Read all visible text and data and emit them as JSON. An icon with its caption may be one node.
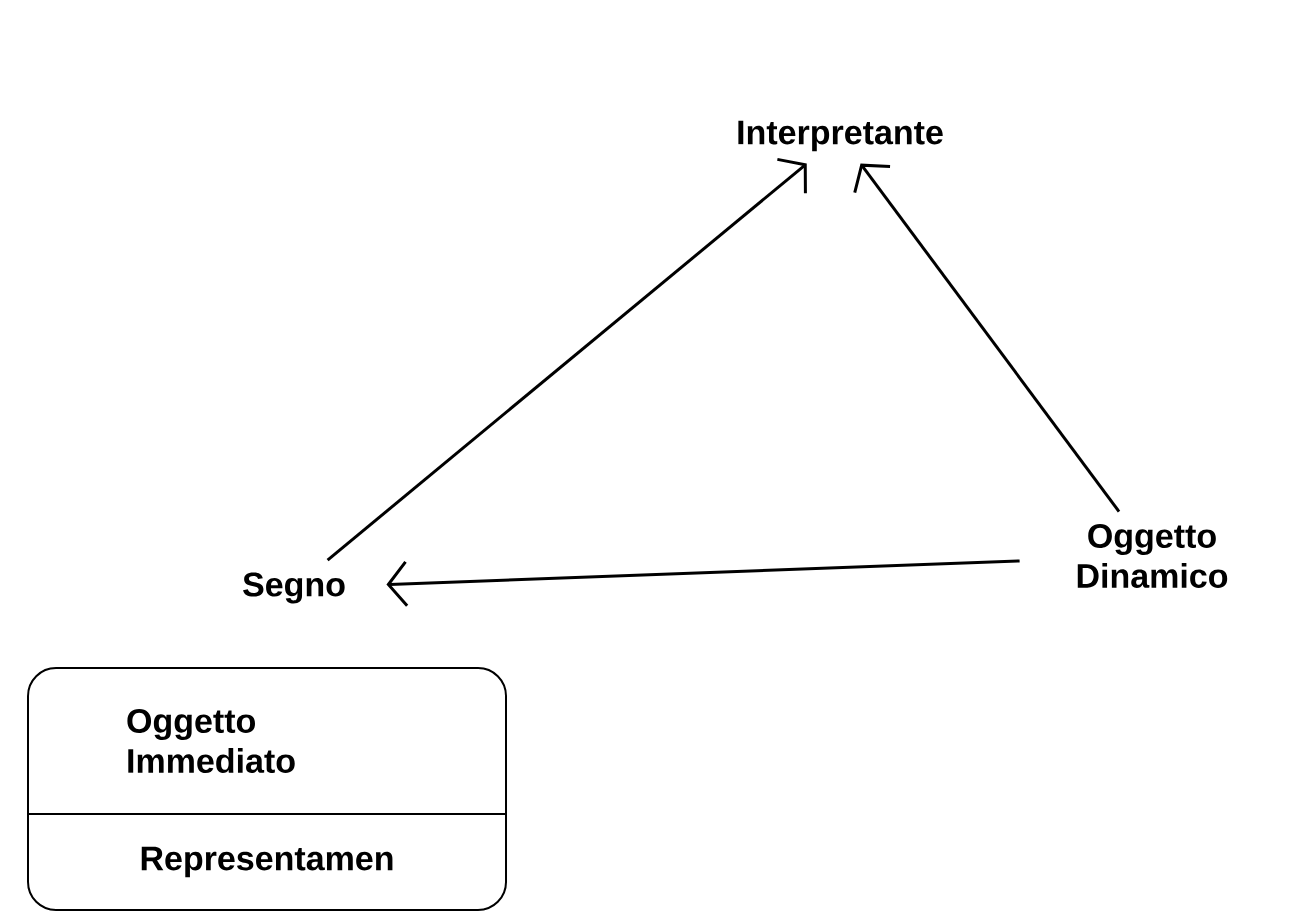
{
  "diagram": {
    "nodes": [
      {
        "text": [
          "Interpretante"
        ]
      },
      {
        "text": [
          "Segno"
        ]
      },
      {
        "text": [
          "Oggetto Dinamico"
        ]
      },
      {
        "text": [
          "Oggetto Immediato",
          "Representamen"
        ]
      }
    ],
    "edges": [
      {
        "from": 1,
        "to": 0,
        "arrow": "to"
      },
      {
        "from": 2,
        "to": 0,
        "arrow": "to"
      },
      {
        "from": 2,
        "to": 1,
        "arrow": "to"
      }
    ]
  }
}
